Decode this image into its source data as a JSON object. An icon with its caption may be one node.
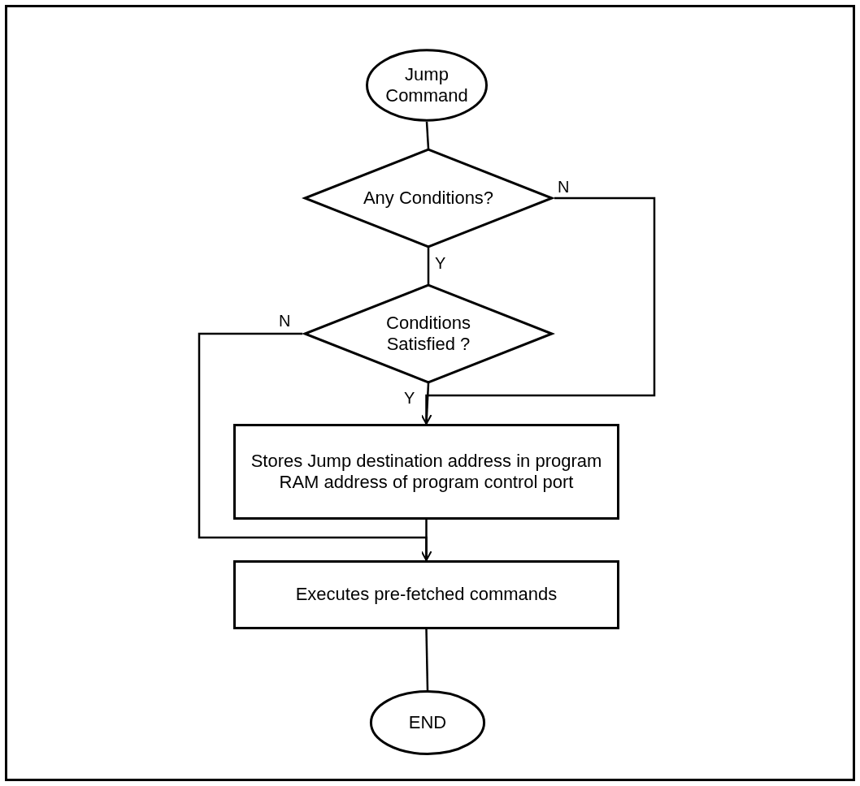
{
  "diagram": {
    "nodes": [
      {
        "text": [
          "Jump Command"
        ]
      },
      {
        "text": [
          "Any Conditions?"
        ]
      },
      {
        "text": [
          "Conditions Satisfied ?"
        ]
      },
      {
        "text": [
          "Stores Jump destination address in program RAM address of program control port"
        ]
      },
      {
        "text": [
          "Executes pre-fetched commands"
        ]
      },
      {
        "text": [
          "END"
        ]
      }
    ],
    "edges": [
      {
        "from": 0,
        "to": 1,
        "arrow": "none"
      },
      {
        "from": 1,
        "to": 2,
        "arrow": "none",
        "label": "Y"
      },
      {
        "from": 1,
        "to": 3,
        "arrow": "to",
        "label": "N"
      },
      {
        "from": 2,
        "to": 3,
        "arrow": "none",
        "label": "Y"
      },
      {
        "from": 2,
        "to": 4,
        "arrow": "to",
        "label": "N"
      },
      {
        "from": 3,
        "to": 4,
        "arrow": "none"
      },
      {
        "from": 4,
        "to": 5,
        "arrow": "none"
      }
    ]
  }
}
